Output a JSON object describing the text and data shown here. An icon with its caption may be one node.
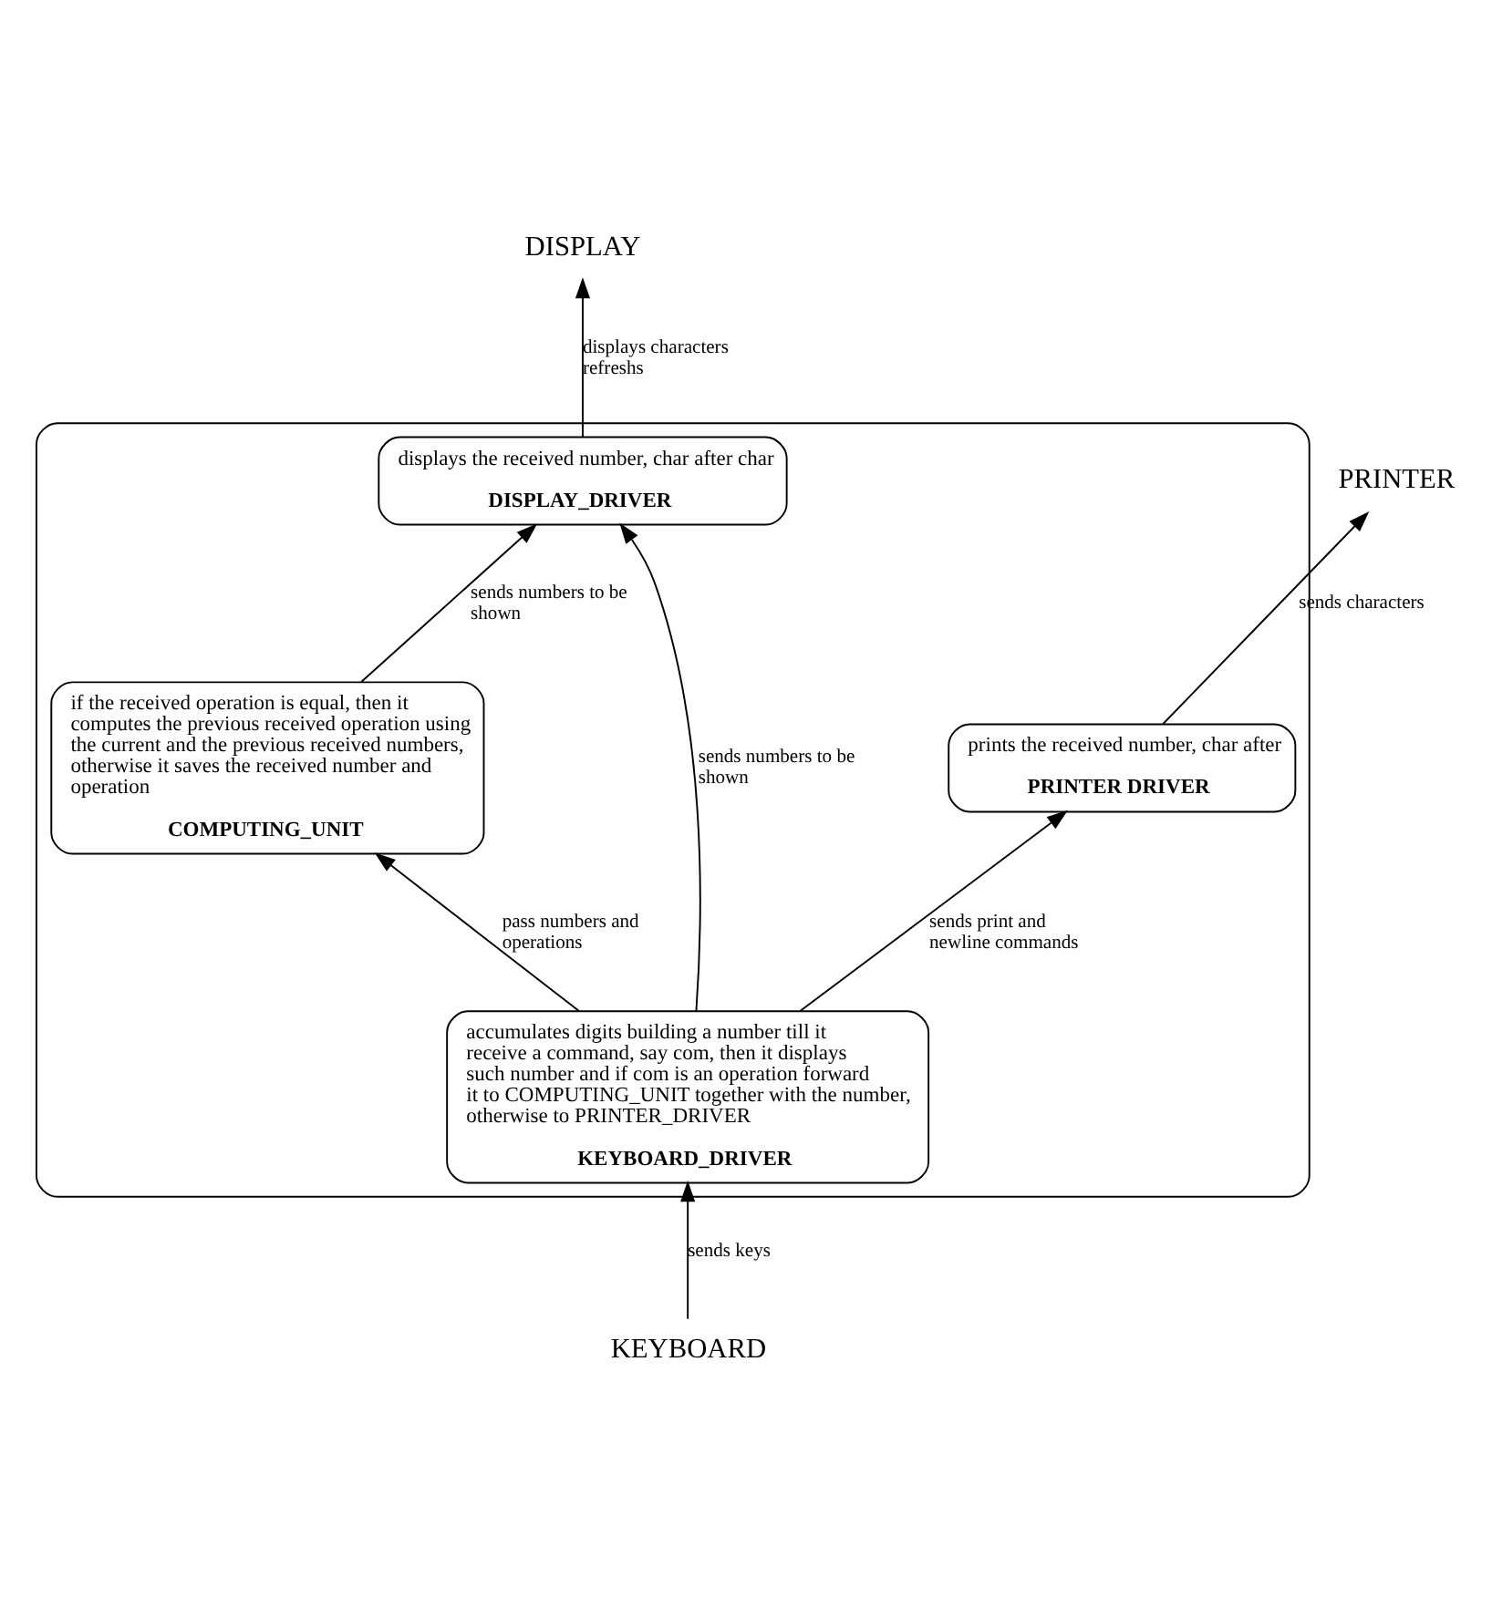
{
  "diagram": {
    "nodes": [
      {
        "text": [],
        "shape": "box"
      },
      {
        "text": [
          "if the received operation is equal, then it computes the previous received operation using the current and the previous received numbers, otherwise it saves the received number and operation",
          "COMPUTING_UNIT"
        ],
        "in": 0
      },
      {
        "text": [
          "displays the received number, char after char",
          "DISPLAY_DRIVER"
        ],
        "in": 0
      },
      {
        "text": [
          "prints the received number, char after",
          "PRINTER DRIVER"
        ],
        "in": 0
      },
      {
        "text": [
          "accumulates digits building a number till it receive a command, say com, then it displays such number and if com is an operation forward it to COMPUTING_UNIT together with the number, otherwise to PRINTER_DRIVER",
          "KEYBOARD_DRIVER"
        ],
        "in": 0
      },
      {
        "text": [
          "DISPLAY"
        ]
      },
      {
        "text": [
          "PRINTER"
        ]
      },
      {
        "text": [
          "KEYBOARD"
        ]
      }
    ],
    "edges": [
      {
        "from": 1,
        "to": 2,
        "arrow": "to",
        "label": "sends numbers to be shown"
      },
      {
        "from": 2,
        "to": 5,
        "arrow": "to",
        "label": "displays characters refreshs"
      },
      {
        "from": 4,
        "to": 1,
        "arrow": "to",
        "label": "pass numbers and operations"
      },
      {
        "from": 4,
        "to": 3,
        "arrow": "to",
        "label": "sends print and newline commands"
      },
      {
        "from": 4,
        "to": 2,
        "arrow": "to",
        "label": "sends numbers to be shown"
      },
      {
        "from": 3,
        "to": 6,
        "arrow": "to",
        "label": "sends characters"
      },
      {
        "from": 7,
        "to": 4,
        "arrow": "to",
        "label": "sends keys"
      }
    ]
  }
}
